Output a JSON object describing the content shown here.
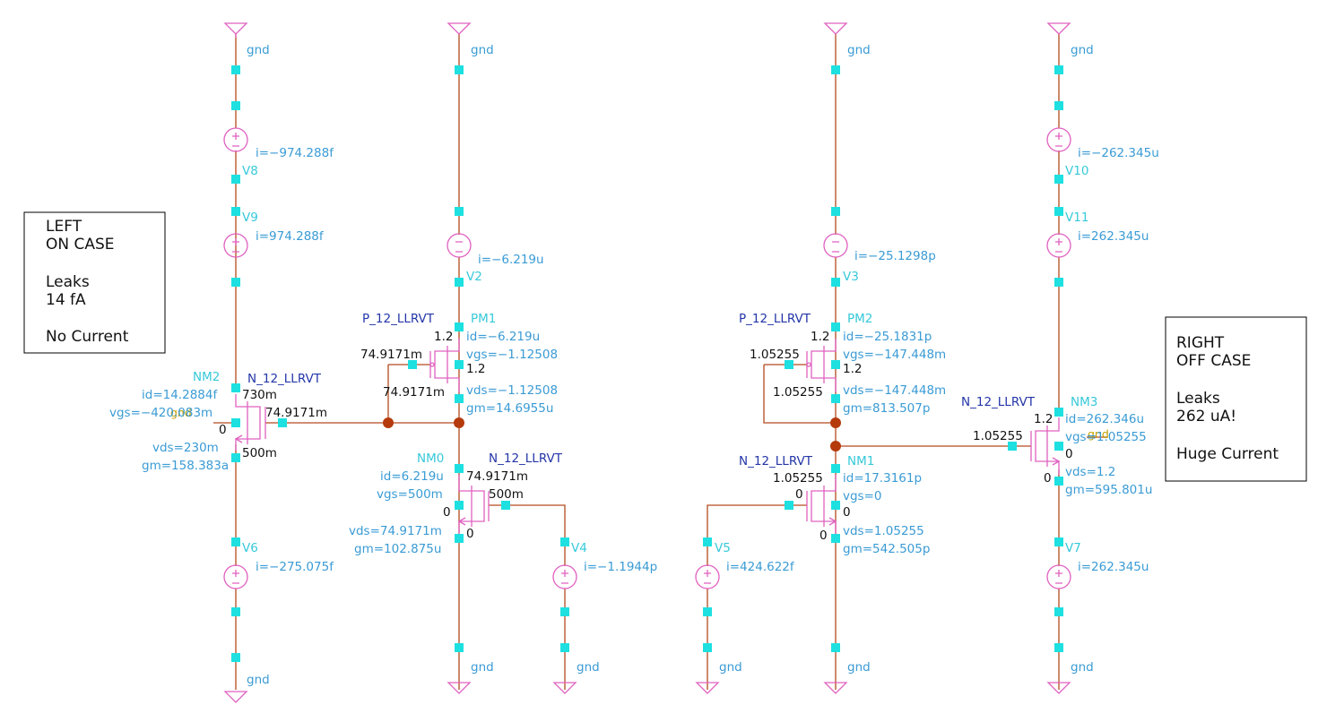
{
  "notes": {
    "left": [
      "LEFT",
      "ON CASE",
      "",
      "Leaks",
      "14 fA",
      "",
      "No Current"
    ],
    "right": [
      "RIGHT",
      "OFF CASE",
      "",
      "Leaks",
      "262 uA!",
      "",
      "Huge Current"
    ]
  },
  "gnd": "gnd",
  "labels": {
    "v8_i": "i=−974.288f",
    "v8": "V8",
    "v9": "V9",
    "v9_i": "i=974.288f",
    "nm2": "NM2",
    "nm2_type": "N_12_LLRVT",
    "nm2_id": "id=14.2884f",
    "nm2_vgs": "vgs=−420.083m",
    "nm2_vds": "vds=230m",
    "nm2_gm": "gm=158.383a",
    "nm2_top": "730m",
    "nm2_gate": "74.9171m",
    "nm2_bot": "500m",
    "nm2_body": "0",
    "v6": "V6",
    "v6_i": "i=−275.075f",
    "v2_i": "i=−6.219u",
    "v2": "V2",
    "pm1_type": "P_12_LLRVT",
    "pm1": "PM1",
    "pm1_s": "1.2",
    "pm1_id": "id=−6.219u",
    "pm1_gate": "74.9171m",
    "pm1_vgs": "vgs=−1.12508",
    "pm1_b": "1.2",
    "pm1_d": "74.9171m",
    "pm1_vds": "vds=−1.12508",
    "pm1_gm": "gm=14.6955u",
    "nm0": "NM0",
    "nm0_type": "N_12_LLRVT",
    "nm0_id": "id=6.219u",
    "nm0_d": "74.9171m",
    "nm0_vgs": "vgs=500m",
    "nm0_gate": "500m",
    "nm0_b": "0",
    "nm0_vds": "vds=74.9171m",
    "nm0_s": "0",
    "nm0_gm": "gm=102.875u",
    "v4": "V4",
    "v4_i": "i=−1.1944p",
    "v3_i": "i=−25.1298p",
    "v3": "V3",
    "pm2_type": "P_12_LLRVT",
    "pm2": "PM2",
    "pm2_s": "1.2",
    "pm2_id": "id=−25.1831p",
    "pm2_gate": "1.05255",
    "pm2_vgs": "vgs=−147.448m",
    "pm2_b": "1.2",
    "pm2_d": "1.05255",
    "pm2_vds": "vds=−147.448m",
    "pm2_gm": "gm=813.507p",
    "nm1_type": "N_12_LLRVT",
    "nm1": "NM1",
    "nm1_d": "1.05255",
    "nm1_id": "id=17.3161p",
    "nm1_gate": "0",
    "nm1_vgs": "vgs=0",
    "nm1_b": "0",
    "nm1_s": "0",
    "nm1_vds": "vds=1.05255",
    "nm1_gm": "gm=542.505p",
    "v5": "V5",
    "v5_i": "i=424.622f",
    "v10_i": "i=−262.345u",
    "v10": "V10",
    "v11": "V11",
    "v11_i": "i=262.345u",
    "nm3_type": "N_12_LLRVT",
    "nm3": "NM3",
    "nm3_d": "1.2",
    "nm3_id": "id=262.346u",
    "nm3_gate": "1.05255",
    "nm3_vgs": "vgs=1.05255",
    "nm3_b": "0",
    "nm3_vds": "vds=1.2",
    "nm3_s": "0",
    "nm3_gm": "gm=595.801u",
    "v7": "V7",
    "v7_i": "i=262.345u"
  },
  "colors": {
    "wire": "#b34a1e",
    "symbol": "#e060c0",
    "pin": "#1ee0e0",
    "label": "#3a9bd5",
    "device": "#2436a8",
    "instance": "#36c9d9",
    "node": "#b53a0c"
  }
}
